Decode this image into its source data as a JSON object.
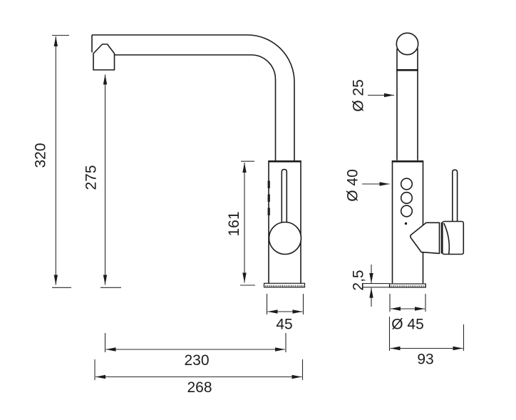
{
  "drawing": {
    "background": "#ffffff",
    "line_color": "#1c1c1c",
    "views": {
      "side_view": {
        "dimensions": {
          "overall_height": "320",
          "spout_outlet_height": "275",
          "body_height": "161",
          "base_width": "45",
          "spout_reach": "230",
          "overall_reach": "268"
        }
      },
      "front_view": {
        "dimensions": {
          "spout_diameter": "Ø 25",
          "body_diameter": "Ø 40",
          "base_plate_thickness": "2,5",
          "base_diameter": "Ø 45",
          "overall_width": "93"
        }
      }
    }
  }
}
